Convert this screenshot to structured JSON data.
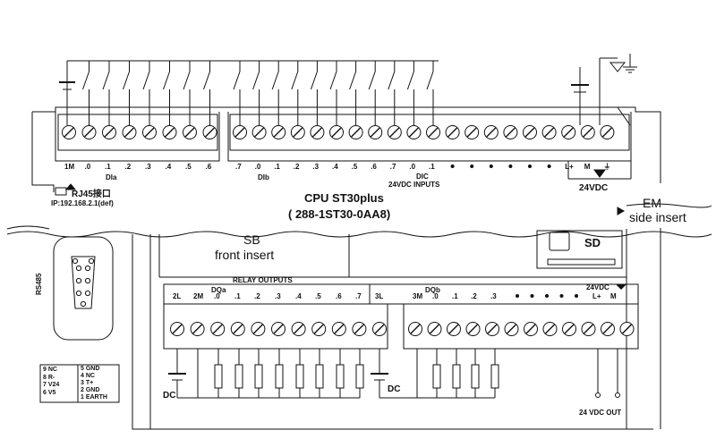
{
  "cpu": {
    "model": "CPU ST30plus",
    "order_number": "( 288-1ST30-0AA8)",
    "rj45_label": "RJ45接口",
    "ip_label": "IP:192.168.2.1(def)"
  },
  "top_terminals": {
    "labels": [
      "1M",
      ".0",
      ".1",
      ".2",
      ".3",
      ".4",
      ".5",
      ".6",
      ".7",
      ".0",
      ".1",
      ".2",
      ".3",
      ".4",
      ".5",
      ".6",
      ".7",
      ".0",
      ".1"
    ],
    "group_a": "DIa",
    "group_b": "DIb",
    "group_c": "DIC",
    "inputs_caption": "24VDC INPUTS",
    "power_labels": [
      "L+",
      "M",
      "⏚"
    ],
    "power_caption": "24VDC"
  },
  "em": {
    "label": "EM",
    "sublabel": "side insert"
  },
  "sb": {
    "label": "SB",
    "sublabel": "front insert"
  },
  "sd": {
    "label": "SD"
  },
  "rs485": {
    "label": "RS485"
  },
  "relay": {
    "title": "RELAY OUTPUTS",
    "group_a": "DQa",
    "group_b": "DQb",
    "labels_a": [
      "2L",
      "2M",
      ".0",
      ".1",
      ".2",
      ".3",
      ".4",
      ".5",
      ".6",
      ".7"
    ],
    "labels_b": [
      "3L",
      "3M",
      ".0",
      ".1",
      ".2",
      ".3"
    ],
    "power_caption": "24VDC",
    "power_labels": [
      "L+",
      "M"
    ]
  },
  "dc_labels": [
    "DC",
    "DC"
  ],
  "out_label": "24 VDC OUT",
  "pinout": {
    "left": [
      "9 NC",
      "8 R-",
      "7 V24",
      "6 V5"
    ],
    "right": [
      "5 GND",
      "4 NC",
      "3 T+",
      "2 GND",
      "1 EARTH"
    ]
  }
}
